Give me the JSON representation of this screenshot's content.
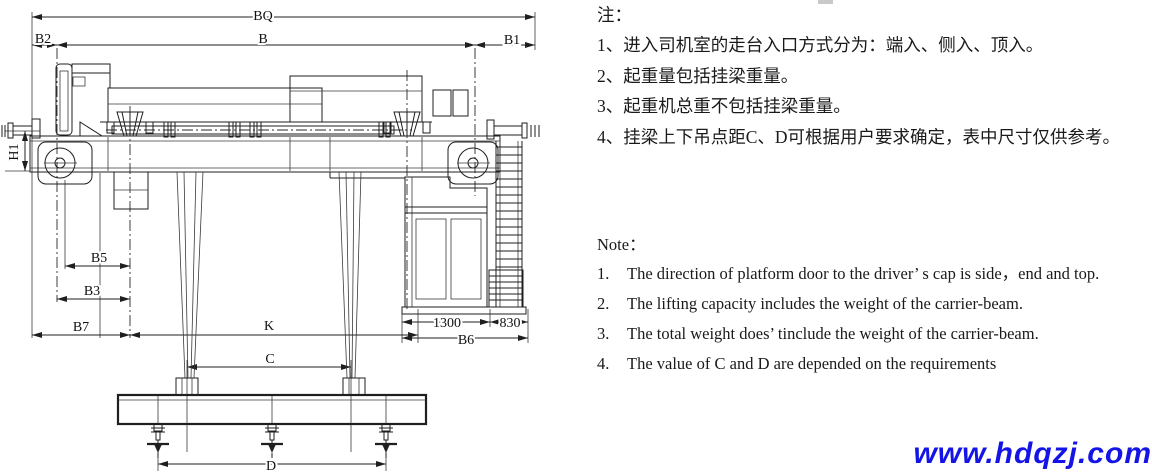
{
  "diagram": {
    "dim_labels": {
      "bq": "BQ",
      "b": "B",
      "b2": "B2",
      "b1": "B1",
      "h1": "H1",
      "b5": "B5",
      "b3": "B3",
      "b7": "B7",
      "k": "K",
      "c": "C",
      "d": "D",
      "b6": "B6",
      "n1300": "1300",
      "n830": "830"
    }
  },
  "notes_cn": {
    "title": "注：",
    "items": [
      "1、进入司机室的走台入口方式分为：端入、侧入、顶入。",
      "2、起重量包括挂梁重量。",
      "3、起重机总重不包括挂梁重量。",
      "4、挂梁上下吊点距C、D可根据用户要求确定，表中尺寸仅供参考。"
    ]
  },
  "notes_en": {
    "title": "Note：",
    "items": [
      {
        "num": "1.",
        "text": "The direction of platform door to the driver’ s cap is side，end and top."
      },
      {
        "num": "2.",
        "text": "The lifting capacity includes the weight of the carrier-beam."
      },
      {
        "num": "3.",
        "text": "The total weight does’ tinclude the weight of the carrier-beam."
      },
      {
        "num": "4.",
        "text": "The value of C and D are depended on the requirements"
      }
    ]
  },
  "watermark": {
    "text": "www.hdqzj.com",
    "color": "#1414e6"
  }
}
